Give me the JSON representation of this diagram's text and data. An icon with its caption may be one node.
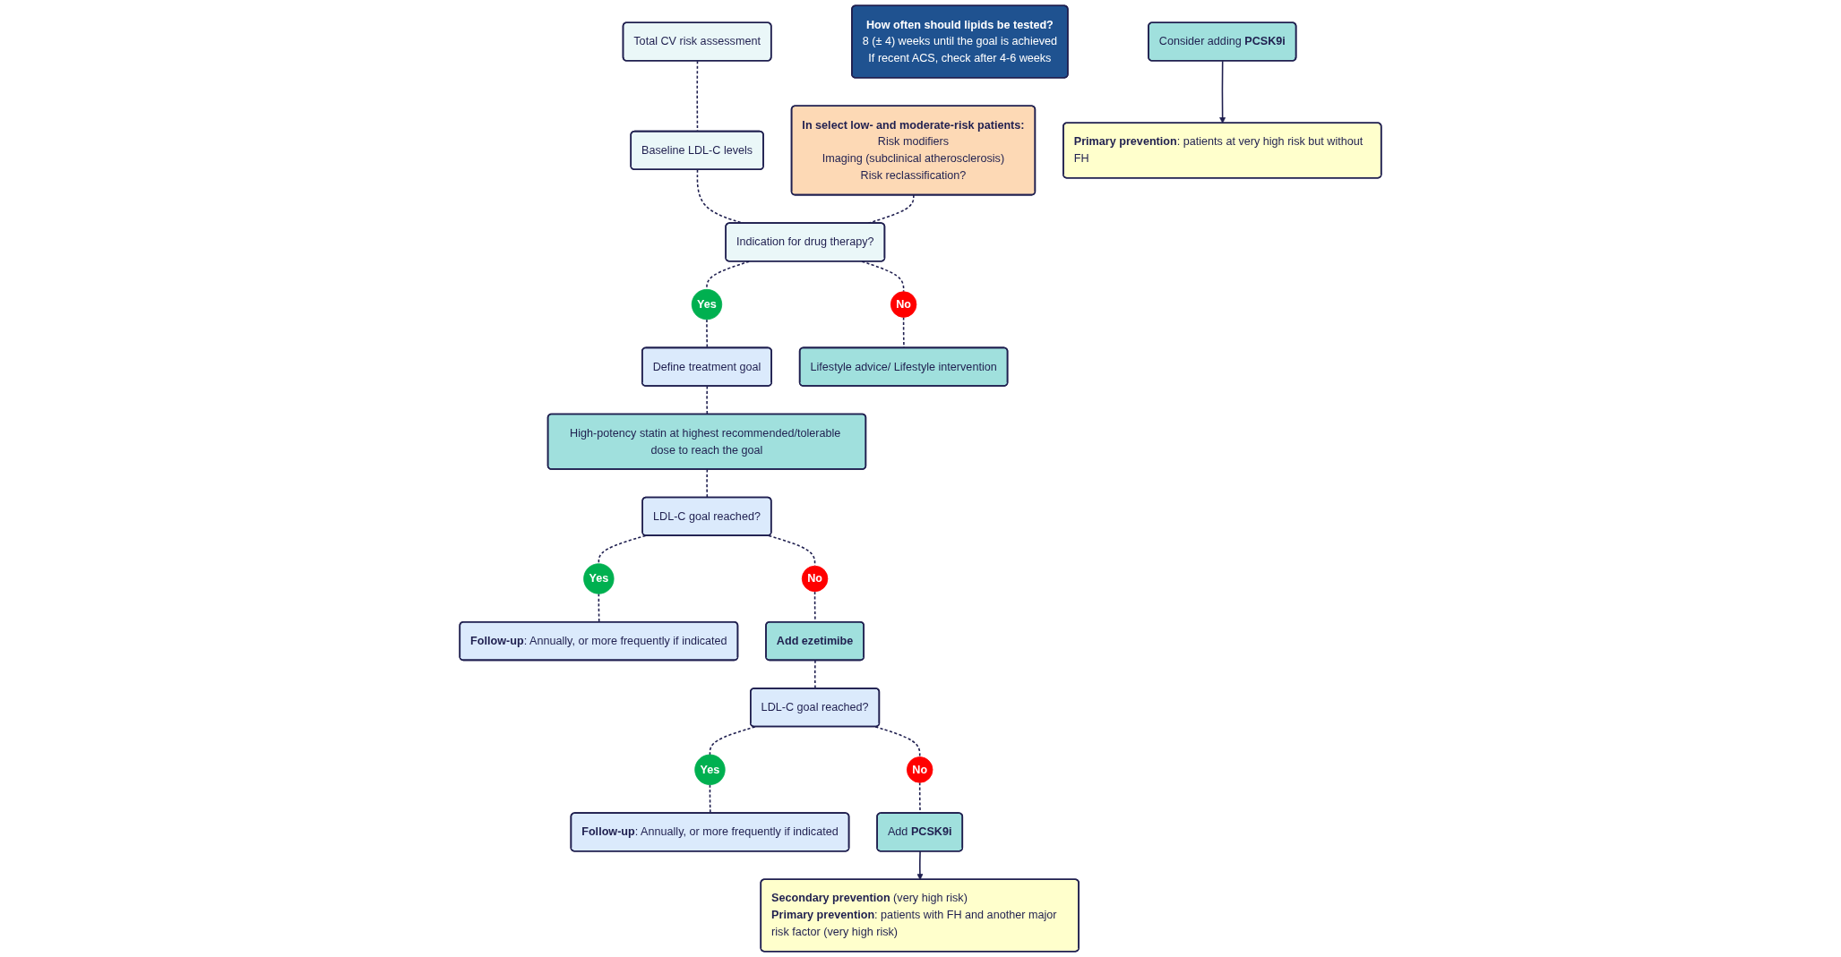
{
  "diagram": {
    "nodes": [
      {
        "text": [
          "Total CV risk assessment"
        ]
      },
      {
        "text": [
          "Baseline LDL-C levels"
        ]
      },
      {
        "text": [
          "In select low- and moderate-risk patients:",
          "Risk modifiers",
          "Imaging (subclinical atherosclerosis)",
          "Risk reclassification?"
        ]
      },
      {
        "text": [
          "Indication for drug therapy?"
        ]
      },
      {
        "text": [
          "Define treatment goal"
        ]
      },
      {
        "text": [
          "Yes"
        ]
      },
      {
        "text": [
          "No"
        ]
      },
      {
        "text": [
          "Lifestyle advice/ Lifestyle intervention"
        ]
      },
      {
        "text": [
          "High-potency statin at highest recommended/tolerable dose to reach the goal"
        ]
      },
      {
        "text": [
          "How often should lipids be tested?",
          "8 (± 4) weeks until the goal is achieved",
          "If recent ACS, check after 4-6 weeks"
        ]
      },
      {
        "text": [
          "LDL-C goal reached?"
        ]
      },
      {
        "text": [
          "Yes"
        ]
      },
      {
        "text": [
          "No"
        ]
      },
      {
        "text": [
          "**Follow-up**: Annually, or more frequently if indicated"
        ]
      },
      {
        "text": [
          "Add ezetimibe"
        ]
      },
      {
        "text": [
          "LDL-C goal reached?"
        ]
      },
      {
        "text": [
          "Yes"
        ]
      },
      {
        "text": [
          "No"
        ]
      },
      {
        "text": [
          "**Follow-up**: Annually, or more frequently if indicated"
        ]
      },
      {
        "text": [
          "Add **PCSK9i**"
        ]
      },
      {
        "text": [
          "**Secondary prevention** (very high risk)",
          "**Primary prevention**: patients with FH and another major risk factor (very high risk)"
        ]
      },
      {
        "text": [
          "Consider adding **PCSK9i**"
        ]
      },
      {
        "text": [
          "**Primary prevention**: patients at very high risk but without FH"
        ]
      }
    ],
    "edges": [
      {
        "from": 0,
        "to": 1,
        "arrow": "none",
        "style": "dashed"
      },
      {
        "from": 1,
        "to": 3,
        "arrow": "none",
        "style": "dashed"
      },
      {
        "from": 2,
        "to": 3,
        "arrow": "none",
        "style": "dashed"
      },
      {
        "from": 3,
        "to": 5,
        "arrow": "none",
        "style": "dashed"
      },
      {
        "from": 5,
        "to": 4,
        "arrow": "none",
        "style": "dashed"
      },
      {
        "from": 3,
        "to": 6,
        "arrow": "none",
        "style": "dashed"
      },
      {
        "from": 6,
        "to": 7,
        "arrow": "none",
        "style": "dashed"
      },
      {
        "from": 4,
        "to": 8,
        "arrow": "none",
        "style": "dashed"
      },
      {
        "from": 8,
        "to": 10,
        "arrow": "none",
        "style": "dashed"
      },
      {
        "from": 10,
        "to": 11,
        "arrow": "none",
        "style": "dashed"
      },
      {
        "from": 11,
        "to": 13,
        "arrow": "none",
        "style": "dashed"
      },
      {
        "from": 10,
        "to": 12,
        "arrow": "none",
        "style": "dashed"
      },
      {
        "from": 12,
        "to": 14,
        "arrow": "none",
        "style": "dashed"
      },
      {
        "from": 14,
        "to": 15,
        "arrow": "none",
        "style": "dashed"
      },
      {
        "from": 15,
        "to": 16,
        "arrow": "none",
        "style": "dashed"
      },
      {
        "from": 16,
        "to": 18,
        "arrow": "none",
        "style": "dashed"
      },
      {
        "from": 15,
        "to": 17,
        "arrow": "none",
        "style": "dashed"
      },
      {
        "from": 17,
        "to": 19,
        "arrow": "none",
        "style": "dashed"
      },
      {
        "from": 19,
        "to": 20,
        "arrow": "to"
      },
      {
        "from": 21,
        "to": 22,
        "arrow": "to"
      }
    ]
  }
}
